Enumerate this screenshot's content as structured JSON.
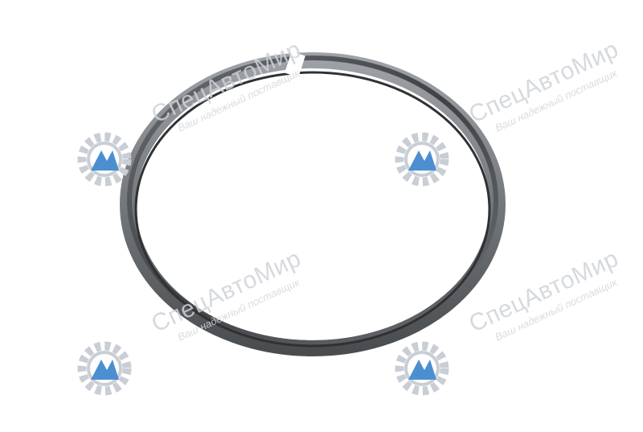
{
  "image": {
    "subject": "piston ring (split metal ring)",
    "background_color": "#ffffff"
  },
  "watermark": {
    "brand": "СпецАвтоМир",
    "tagline": "Ваш надежный поставщик",
    "colors": {
      "text": "#cfd3d9",
      "gear": "#c9ced5",
      "logo_blue": "#4c8fd1"
    }
  }
}
